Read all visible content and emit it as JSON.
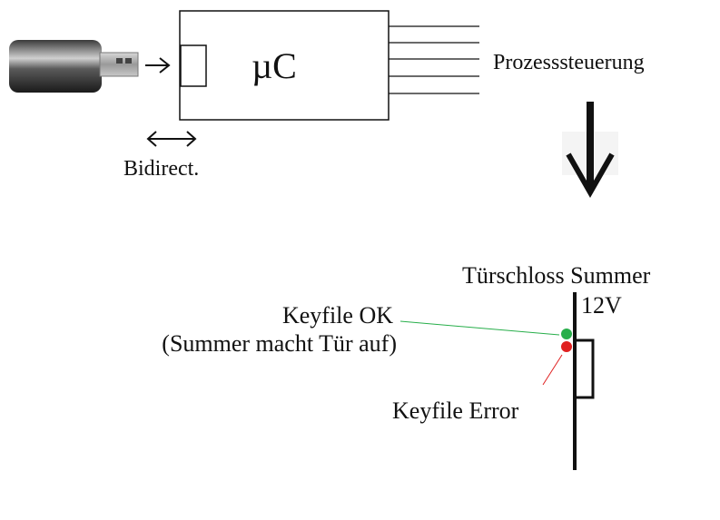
{
  "microcontroller": {
    "label": "µC"
  },
  "usb_link": {
    "label": "Bidirect."
  },
  "process": {
    "label": "Prozesssteuerung"
  },
  "lock": {
    "title": "Türschloss Summer",
    "voltage": "12V"
  },
  "status_ok": {
    "line1": "Keyfile OK",
    "line2": "(Summer macht Tür auf)",
    "color": "#27ae4a"
  },
  "status_error": {
    "label": "Keyfile Error",
    "color": "#e02020"
  },
  "icons": {
    "usb_stick": "usb-stick-icon",
    "arrow_right": "arrow-right-icon",
    "arrow_bidirectional": "arrow-bidirectional-icon",
    "arrow_down": "arrow-down-icon"
  }
}
